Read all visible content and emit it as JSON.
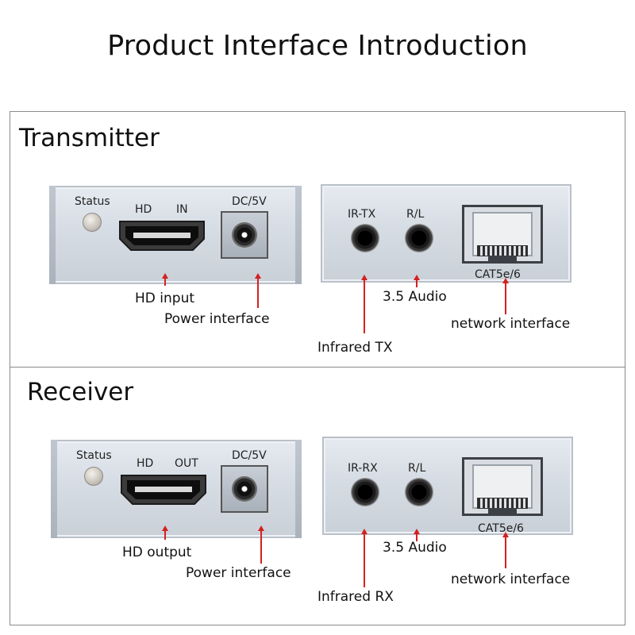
{
  "title": "Product Interface Introduction",
  "accent_color": "#d42020",
  "transmitter": {
    "heading": "Transmitter",
    "panel_left": {
      "status": "Status",
      "hd": "HD",
      "port": "IN",
      "dc": "DC/5V"
    },
    "panel_right": {
      "ir": "IR-TX",
      "rl": "R/L",
      "cat": "CAT5e/6"
    },
    "labels": {
      "hd": "HD input",
      "power": "Power interface",
      "ir": "Infrared TX",
      "audio": "3.5 Audio",
      "network": "network interface"
    }
  },
  "receiver": {
    "heading": "Receiver",
    "panel_left": {
      "status": "Status",
      "hd": "HD",
      "port": "OUT",
      "dc": "DC/5V"
    },
    "panel_right": {
      "ir": "IR-RX",
      "rl": "R/L",
      "cat": "CAT5e/6"
    },
    "labels": {
      "hd": "HD output",
      "power": "Power interface",
      "ir": "Infrared RX",
      "audio": "3.5 Audio",
      "network": "network interface"
    }
  }
}
